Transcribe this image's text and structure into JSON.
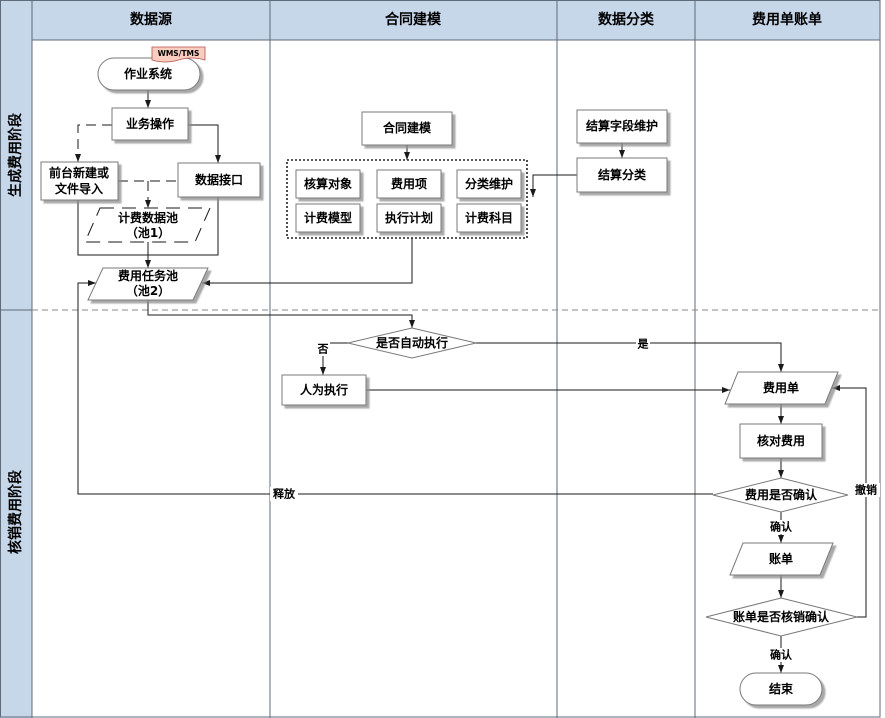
{
  "columns": [
    {
      "label": "数据源"
    },
    {
      "label": "合同建模"
    },
    {
      "label": "数据分类"
    },
    {
      "label": "费用单账单"
    }
  ],
  "phases": [
    {
      "label": "生成费用阶段"
    },
    {
      "label": "核销费用阶段"
    }
  ],
  "nodes": {
    "ops_system": {
      "label": "作业系统",
      "tag": "WMS/TMS"
    },
    "business_ops": {
      "label": "业务操作"
    },
    "frontend_import": {
      "lines": [
        "前台新建或",
        "文件导入"
      ]
    },
    "data_interface": {
      "label": "数据接口"
    },
    "billing_pool": {
      "lines": [
        "计费数据池",
        "（池1）"
      ]
    },
    "task_pool": {
      "lines": [
        "费用任务池",
        "（池2）"
      ]
    },
    "contract_modeling": {
      "label": "合同建模"
    },
    "contract_items": [
      "核算对象",
      "费用项",
      "分类维护",
      "计费模型",
      "执行计划",
      "计费科目"
    ],
    "settle_field_maint": {
      "label": "结算字段维护"
    },
    "settle_class": {
      "label": "结算分类"
    },
    "auto_exec_decision": {
      "label": "是否自动执行"
    },
    "manual_exec": {
      "label": "人为执行"
    },
    "fee_sheet": {
      "label": "费用单"
    },
    "check_fee": {
      "label": "核对费用"
    },
    "fee_confirm_decision": {
      "label": "费用是否确认"
    },
    "bill": {
      "label": "账单"
    },
    "bill_confirm_decision": {
      "label": "账单是否核销确认"
    },
    "end": {
      "label": "结束"
    }
  },
  "edge_labels": {
    "auto_no": "否",
    "auto_yes": "是",
    "fee_release": "释放",
    "bill_revoke": "撤销",
    "fee_confirmed": "确认",
    "bill_confirmed": "确认"
  },
  "colors": {
    "lane_header": "#c6d7ea",
    "tag_fill": "#f9cdbf",
    "tag_stroke": "#b5524c"
  }
}
